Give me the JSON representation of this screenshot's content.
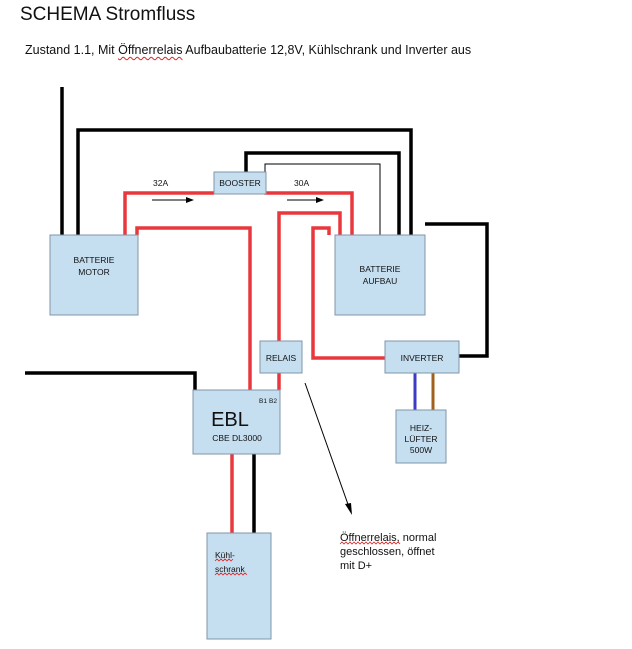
{
  "header": {
    "title": "SCHEMA Stromfluss",
    "subtitle_pre": "Zustand 1.1, Mit ",
    "subtitle_mark": "Öffnerrelais",
    "subtitle_post": " Aufbaubatterie 12,8V, Kühlschrank und Inverter aus"
  },
  "diagram": {
    "batterie_motor": [
      "BATTERIE",
      "MOTOR"
    ],
    "booster": "BOOSTER",
    "batterie_aufbau": [
      "BATTERIE",
      "AUFBAU"
    ],
    "relais": "RELAIS",
    "inverter": "INVERTER",
    "ebl_title": "EBL",
    "ebl_model": "CBE DL3000",
    "ebl_b1": "B1",
    "ebl_b2": "B2",
    "heizluefter": [
      "HEIZ-",
      "LÜFTER",
      "500W"
    ],
    "kuehlschrank": [
      "Kühl-",
      "schrank"
    ],
    "current_left": "32A",
    "current_right": "30A",
    "note": [
      "Öffnerrelais, normal",
      "geschlossen, öffnet",
      "mit D+"
    ]
  },
  "colors": {
    "black_wire": "#000000",
    "red_wire": "#e8383d",
    "box_fill": "#c5dff1",
    "blue_wire": "#3b3bc4",
    "brown_wire": "#a0611f"
  }
}
